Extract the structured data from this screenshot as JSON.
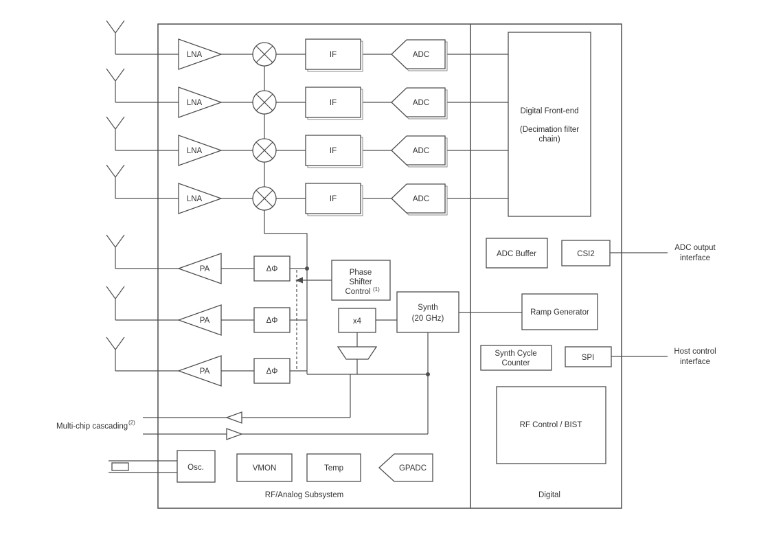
{
  "diagram": {
    "rx": {
      "lna": "LNA",
      "if": "IF",
      "adc": "ADC"
    },
    "tx": {
      "pa": "PA",
      "phase": "ΔΦ"
    },
    "phase_shifter_control": {
      "line1": "Phase",
      "line2": "Shifter",
      "line3": "Control",
      "superscript": "(1)"
    },
    "multiplier": "x4",
    "synth": {
      "line1": "Synth",
      "line2": "(20 GHz)"
    },
    "cascading": {
      "label": "Multi-chip cascading",
      "superscript": "(2)"
    },
    "bottom": {
      "osc": "Osc.",
      "vmon": "VMON",
      "temp": "Temp",
      "gpadc": "GPADC"
    },
    "sections": {
      "rf": "RF/Analog Subsystem",
      "digital": "Digital"
    },
    "digital": {
      "front_end": {
        "line1": "Digital Front-end",
        "line2": "(Decimation filter",
        "line3": "chain)"
      },
      "adc_buffer": "ADC Buffer",
      "csi2": "CSI2",
      "ramp_generator": "Ramp Generator",
      "synth_cycle_counter": {
        "line1": "Synth Cycle",
        "line2": "Counter"
      },
      "spi": "SPI",
      "rf_control_bist": "RF Control / BIST"
    },
    "interfaces": {
      "adc_output": {
        "line1": "ADC output",
        "line2": "interface"
      },
      "host_control": {
        "line1": "Host control",
        "line2": "interface"
      }
    }
  },
  "colors": {
    "line": "#4d4d4d",
    "text": "#333333",
    "background": "#ffffff"
  }
}
